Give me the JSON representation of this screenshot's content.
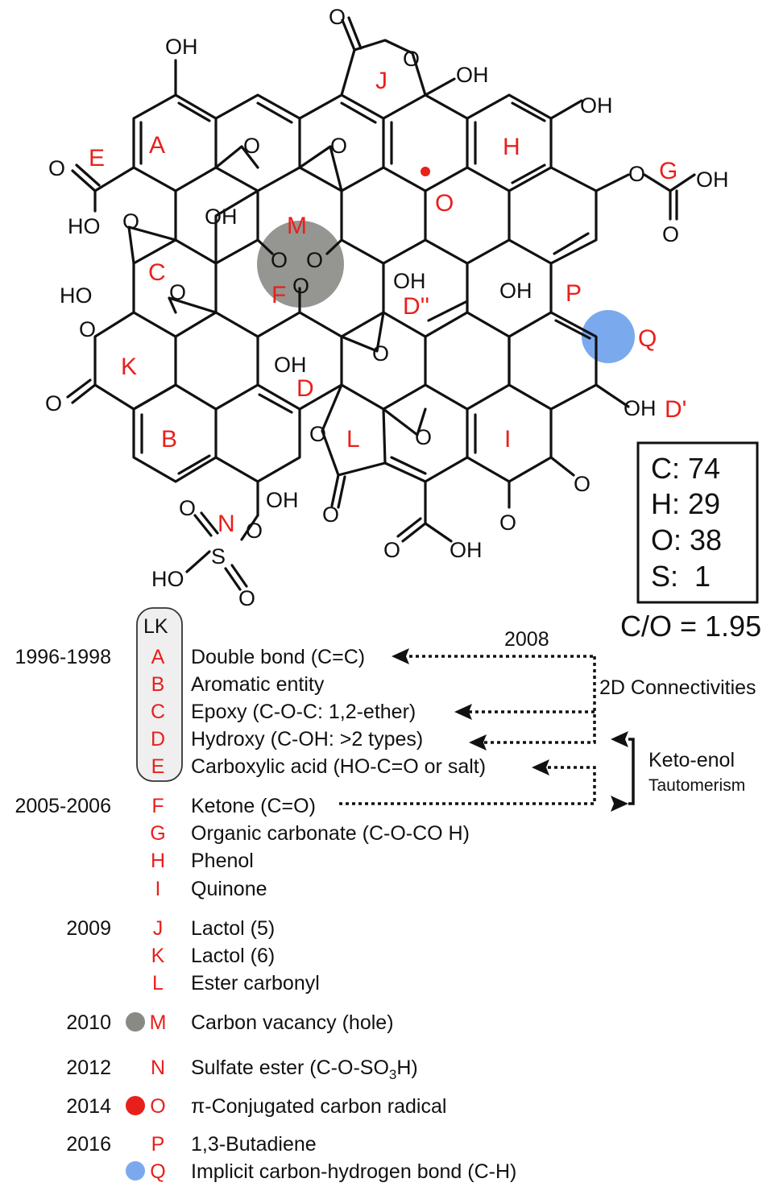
{
  "composition_box": {
    "lines": [
      "C: 74",
      "H: 29",
      "O: 38",
      "S:  1"
    ],
    "ratio": "C/O = 1.95"
  },
  "structure": {
    "ring_labels": [
      "A",
      "B",
      "C",
      "D",
      "D''",
      "D'",
      "E",
      "F",
      "G",
      "H",
      "I",
      "J",
      "K",
      "L",
      "M",
      "N",
      "O",
      "P",
      "Q"
    ],
    "atoms": [
      "OH",
      "O",
      "HO",
      "OH",
      "O",
      "O",
      "OH",
      "O",
      "O",
      "OH"
    ],
    "vacancy_color": "#8a8a85",
    "radical_color": "#e8201c",
    "ch_color": "#7ba9ee"
  },
  "annotations": {
    "lk": "LK",
    "year_2008": "2008",
    "connectivities": "2D Connectivities",
    "tautomerism_line1": "Keto-enol",
    "tautomerism_line2": "Tautomerism"
  },
  "legend": [
    {
      "year": "1996-1998",
      "letter": "A",
      "desc": "Double bond (C=C)"
    },
    {
      "year": "",
      "letter": "B",
      "desc": "Aromatic entity"
    },
    {
      "year": "",
      "letter": "C",
      "desc": "Epoxy (C-O-C: 1,2-ether)"
    },
    {
      "year": "",
      "letter": "D",
      "desc": "Hydroxy (C-OH: >2 types)"
    },
    {
      "year": "",
      "letter": "E",
      "desc": "Carboxylic acid (HO-C=O or salt)"
    },
    {
      "year": "2005-2006",
      "letter": "F",
      "desc": "Ketone (C=O)"
    },
    {
      "year": "",
      "letter": "G",
      "desc": "Organic carbonate (C-O-CO H)"
    },
    {
      "year": "",
      "letter": "H",
      "desc": "Phenol"
    },
    {
      "year": "",
      "letter": "I",
      "desc": "Quinone"
    },
    {
      "year": "2009",
      "letter": "J",
      "desc": "Lactol (5)"
    },
    {
      "year": "",
      "letter": "K",
      "desc": "Lactol (6)"
    },
    {
      "year": "",
      "letter": "L",
      "desc": "Ester carbonyl"
    },
    {
      "year": "2010",
      "letter": "M",
      "desc": "Carbon vacancy (hole)",
      "marker": "#8a8a85"
    },
    {
      "year": "2012",
      "letter": "N",
      "desc_pre": "Sulfate ester (C-O-SO",
      "desc_sub": "3",
      "desc_post": "H)"
    },
    {
      "year": "2014",
      "letter": "O",
      "desc": "π-Conjugated carbon radical",
      "marker": "#e8201c"
    },
    {
      "year": "2016",
      "letter": "P",
      "desc": "1,3-Butadiene"
    },
    {
      "year": "",
      "letter": "Q",
      "desc": "Implicit carbon-hydrogen bond (C-H)",
      "marker": "#7ba9ee"
    }
  ]
}
